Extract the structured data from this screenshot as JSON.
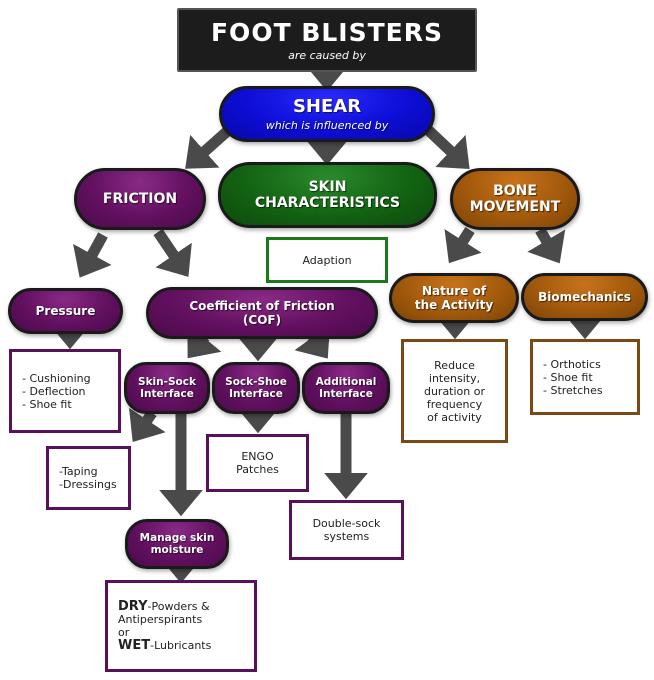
{
  "title": {
    "main": "FOOT BLISTERS",
    "sub": "are caused by"
  },
  "shear": {
    "label": "SHEAR",
    "sub": "which is influenced by"
  },
  "friction": {
    "label": "FRICTION"
  },
  "skin_characteristics": {
    "line1": "SKIN",
    "line2": "CHARACTERISTICS"
  },
  "bone_movement": {
    "line1": "BONE",
    "line2": "MOVEMENT"
  },
  "adaption": {
    "label": "Adaption"
  },
  "pressure": {
    "label": "Pressure"
  },
  "cof": {
    "line1": "Coefficient of Friction",
    "line2": "(COF)"
  },
  "nature_activity": {
    "line1": "Nature of",
    "line2": "the Activity"
  },
  "biomechanics": {
    "label": "Biomechanics"
  },
  "pressure_box": {
    "lines": [
      "- Cushioning",
      "- Deflection",
      "- Shoe fit"
    ]
  },
  "skin_sock": {
    "line1": "Skin-Sock",
    "line2": "Interface"
  },
  "sock_shoe": {
    "line1": "Sock-Shoe",
    "line2": "Interface"
  },
  "additional": {
    "line1": "Additional",
    "line2": "Interface"
  },
  "reduce_box": {
    "lines": [
      "Reduce",
      "intensity,",
      "duration or",
      "frequency",
      "of activity"
    ]
  },
  "biomech_box": {
    "lines": [
      "- Orthotics",
      "- Shoe fit",
      "- Stretches"
    ]
  },
  "taping_box": {
    "lines": [
      "-Taping",
      "-Dressings"
    ]
  },
  "engo_box": {
    "lines": [
      "ENGO",
      "Patches"
    ]
  },
  "double_sock_box": {
    "lines": [
      "Double-sock",
      "systems"
    ]
  },
  "manage_moisture": {
    "line1": "Manage skin",
    "line2": "moisture"
  },
  "dry_wet_box": {
    "dry": "DRY",
    "dry_text": "-Powders &",
    "line2": "Antiperspirants",
    "line3": "or",
    "wet": "WET",
    "wet_text": "-Lubricants"
  },
  "colors": {
    "purple": "#621060",
    "green": "#136313",
    "brown": "#a35a0c",
    "blue": "#0d0dd6",
    "title": "#1c1c1c",
    "arrow": "#4a4a4a"
  },
  "arrows": [
    "title-to-shear",
    "shear-to-friction",
    "shear-to-skin",
    "shear-to-bone",
    "friction-to-pressure",
    "friction-to-cof",
    "bone-to-nature",
    "bone-to-biomechanics",
    "pressure-to-box",
    "cof-to-skinsock",
    "cof-to-sockshoe",
    "cof-to-additional",
    "nature-to-box",
    "biomechanics-to-box",
    "skinsock-to-taping",
    "skinsock-to-moisture",
    "sockshoe-to-engo",
    "additional-to-doublesock",
    "moisture-to-drywet"
  ]
}
